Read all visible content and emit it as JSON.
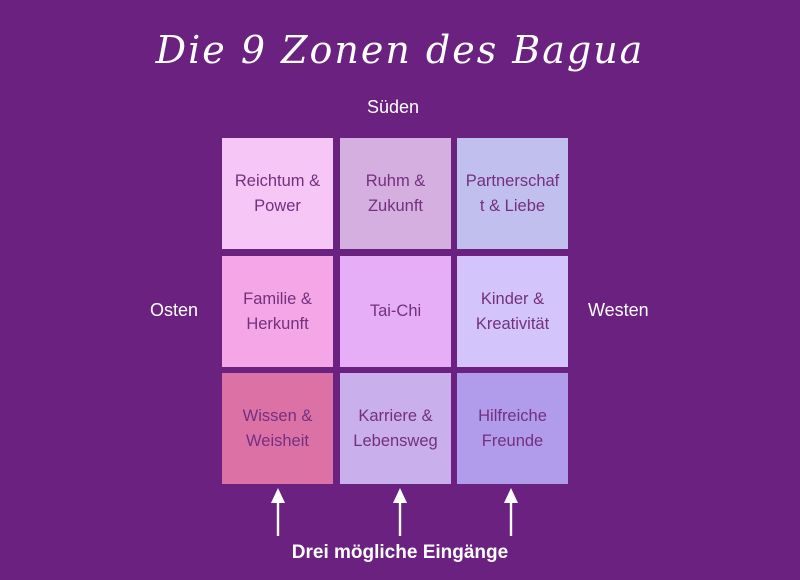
{
  "title": "Die 9 Zonen des Bagua",
  "directions": {
    "south": "Süden",
    "east": "Osten",
    "west": "Westen"
  },
  "grid": {
    "cells": [
      {
        "line1": "Reichtum &",
        "line2": "Power",
        "color": "#f5c6f6"
      },
      {
        "line1": "Ruhm &",
        "line2": "Zukunft",
        "color": "#d5afe0"
      },
      {
        "line1": "Partnerschaf",
        "line2": "t & Liebe",
        "color": "#c1bfee"
      },
      {
        "line1": "Familie &",
        "line2": "Herkunft",
        "color": "#f5a6e6"
      },
      {
        "line1": "Tai-Chi",
        "line2": "",
        "color": "#e6aef6"
      },
      {
        "line1": "Kinder &",
        "line2": "Kreativität",
        "color": "#d3c5fb"
      },
      {
        "line1": "Wissen &",
        "line2": "Weisheit",
        "color": "#dc71a6"
      },
      {
        "line1": "Karriere &",
        "line2": "Lebensweg",
        "color": "#c9afec"
      },
      {
        "line1": "Hilfreiche",
        "line2": "Freunde",
        "color": "#b09ceb"
      }
    ]
  },
  "entrances": {
    "label": "Drei mögliche Eingänge",
    "arrow_icon": "up-arrow-icon",
    "count": 3
  },
  "colors": {
    "background": "#6b2180",
    "text_light": "#ffffff",
    "cell_text": "#74307f"
  }
}
